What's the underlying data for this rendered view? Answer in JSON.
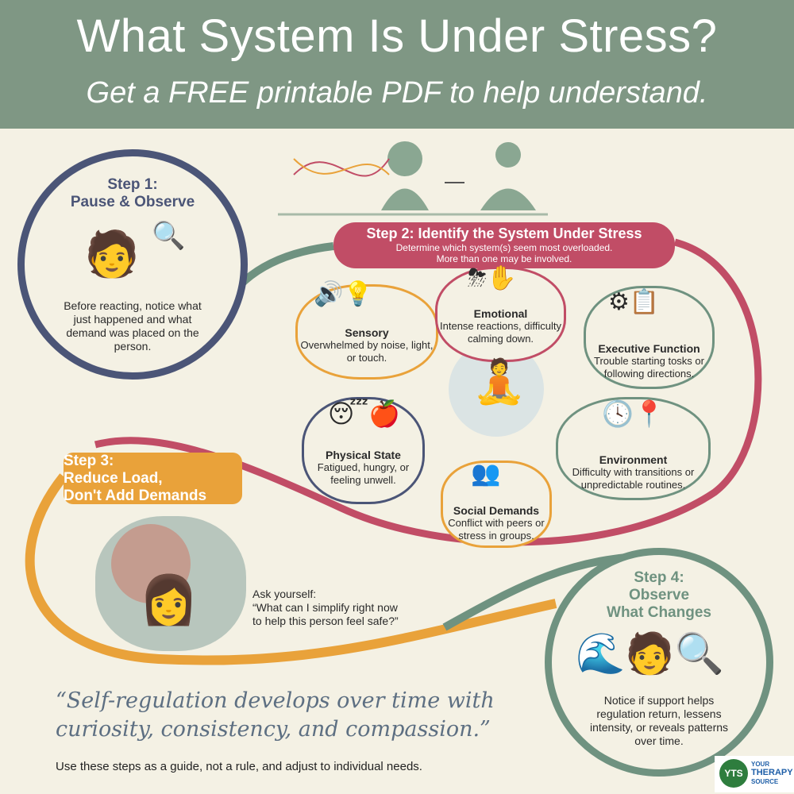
{
  "header": {
    "title": "What System Is Under Stress?",
    "subtitle": "Get a FREE printable PDF to help understand."
  },
  "step1": {
    "title": "Step 1:",
    "subtitle": "Pause & Observe",
    "text": "Before reacting, notice what just happened and what demand was placed on the person."
  },
  "step2": {
    "title": "Step 2: Identify the System Under Stress",
    "line1": "Determine which system(s) seem most overloaded.",
    "line2": "More than one may be involved."
  },
  "systems": [
    {
      "name": "Sensory",
      "desc": "Overwhelmed by noise, light, or touch."
    },
    {
      "name": "Emotional",
      "desc": "Intense reactions, difficulty calming down."
    },
    {
      "name": "Executive Function",
      "desc": "Trouble starting tosks or following directions."
    },
    {
      "name": "Physical State",
      "desc": "Fatigued, hungry, or feeling unwell."
    },
    {
      "name": "Environment",
      "desc": "Difficulty with transitions or unpredictable routines."
    },
    {
      "name": "Social Demands",
      "desc": "Conflict with peers or stress in groups."
    }
  ],
  "step3": {
    "title": "Step 3:",
    "line1": "Reduce Load,",
    "line2": "Don't Add Demands",
    "ask": "Ask yourself:",
    "question": "“What can I simplify right now to help this person feel safe?”"
  },
  "step4": {
    "title": "Step 4:",
    "line1": "Observe",
    "line2": "What Changes",
    "text": "Notice if support helps regulation return, lessens intensity, or reveals patterns over time."
  },
  "quote": "“Self-regulation develops over time with curiosity, consistency, and compassion.”",
  "footer": "Use these steps as a guide, not a rule, and adjust to individual needs.",
  "logo": {
    "mark": "YTS",
    "line1": "YOUR",
    "line2": "THERAPY",
    "line3": "SOURCE"
  },
  "colors": {
    "header": "#7f9784",
    "pink": "#c14d66",
    "orange": "#e9a23a",
    "navy": "#4b5577",
    "green": "#6f9280"
  }
}
